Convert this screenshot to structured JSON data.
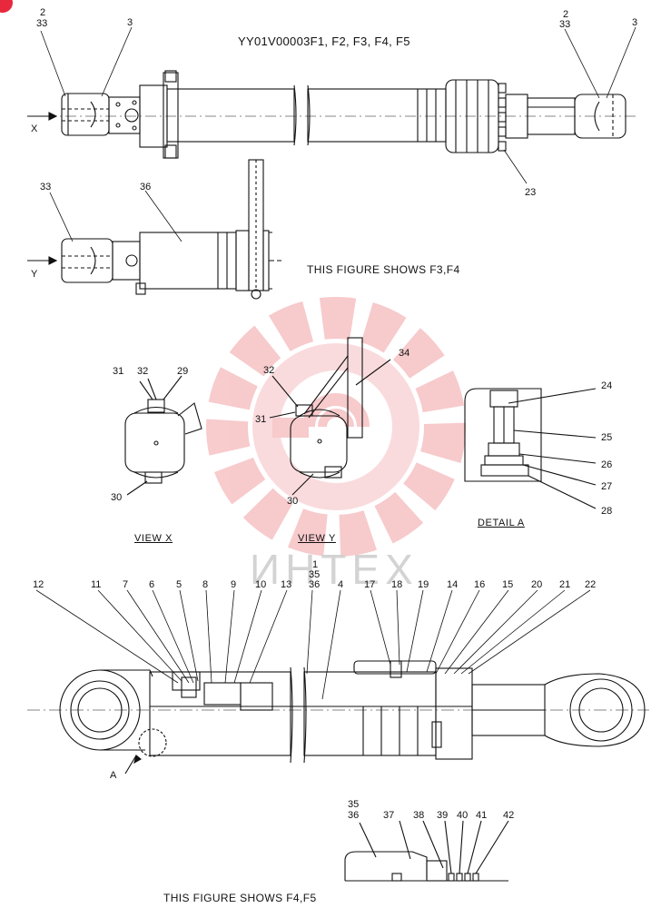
{
  "title": "YY01V00003F1, F2, F3, F4, F5",
  "notes": {
    "f3f4": "THIS FIGURE SHOWS  F3,F4",
    "f4f5": "THIS FIGURE SHOWS  F4,F5"
  },
  "views": {
    "view_x": "VIEW  X",
    "view_y": "VIEW  Y",
    "detail_a": "DETAIL  A"
  },
  "arrows": {
    "x": "X",
    "y": "Y",
    "a": "A"
  },
  "watermark": "ИНТЕХ",
  "colors": {
    "line": "#111111",
    "watermark": "#f2a0a4",
    "corner": "#e8283c"
  },
  "callouts": {
    "top_left_2": "2",
    "top_left_33": "33",
    "top_left_3": "3",
    "top_right_2": "2",
    "top_right_33": "33",
    "top_right_3": "3",
    "top_23": "23",
    "fig_y_33": "33",
    "fig_y_36": "36",
    "vx_31": "31",
    "vx_32": "32",
    "vx_29": "29",
    "vx_30": "30",
    "vy_32": "32",
    "vy_34": "34",
    "vy_31": "31",
    "vy_30": "30",
    "da_24": "24",
    "da_25": "25",
    "da_26": "26",
    "da_27": "27",
    "da_28": "28",
    "main_12": "12",
    "main_11": "11",
    "main_7": "7",
    "main_6": "6",
    "main_5": "5",
    "main_8": "8",
    "main_9": "9",
    "main_10": "10",
    "main_13": "13",
    "main_1": "1",
    "main_35": "35",
    "main_36": "36",
    "main_4": "4",
    "main_17": "17",
    "main_18": "18",
    "main_19": "19",
    "main_14": "14",
    "main_16": "16",
    "main_15": "15",
    "main_20": "20",
    "main_21": "21",
    "main_22": "22",
    "b_35": "35",
    "b_36": "36",
    "b_37": "37",
    "b_38": "38",
    "b_39": "39",
    "b_40": "40",
    "b_41": "41",
    "b_42": "42"
  }
}
